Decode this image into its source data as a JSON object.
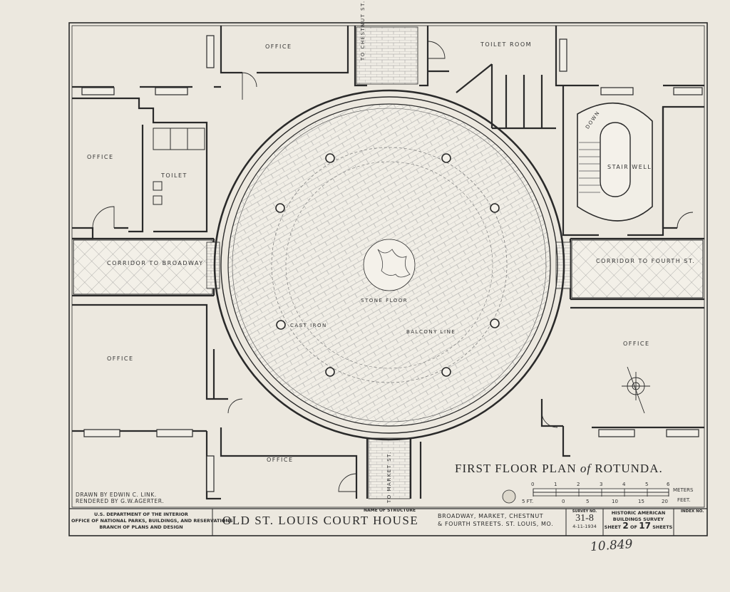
{
  "plan": {
    "title_main": "FIRST FLOOR PLAN",
    "title_of": "of",
    "title_subject": "ROTUNDA.",
    "rooms": {
      "office_top": "OFFICE",
      "toilet_room": "TOILET ROOM",
      "to_chestnut": "TO CHESTNUT ST.",
      "office_left_upper": "OFFICE",
      "toilet": "TOILET",
      "stair_well": "STAIR WELL",
      "down": "DOWN",
      "corridor_broadway": "CORRIDOR TO BROADWAY",
      "corridor_fourth": "CORRIDOR TO FOURTH ST.",
      "stone_floor": "STONE FLOOR",
      "cast_iron": "CAST IRON",
      "balcony_line": "BALCONY LINE",
      "office_left_lower": "OFFICE",
      "office_right": "OFFICE",
      "office_bottom": "OFFICE",
      "to_market": "TO MARKET ST."
    },
    "credits": {
      "drawn_by": "DRAWN BY EDWIN C. LINK.",
      "rendered_by": "RENDERED BY G.W.AGERTER."
    },
    "scale": {
      "meters_label": "METERS",
      "feet_label": "FEET.",
      "meter_ticks": [
        "0",
        "1",
        "2",
        "3",
        "4",
        "5",
        "6"
      ],
      "feet_ticks": [
        "5 FT.",
        "0",
        "5",
        "10",
        "15",
        "20"
      ]
    }
  },
  "title_block": {
    "agency_line1": "U.S. DEPARTMENT OF THE INTERIOR",
    "agency_line2": "OFFICE OF NATIONAL PARKS, BUILDINGS, AND RESERVATIONS",
    "agency_line3": "BRANCH OF PLANS AND DESIGN",
    "name_label": "NAME OF STRUCTURE",
    "structure_name": "OLD ST. LOUIS COURT HOUSE",
    "address_line1": "BROADWAY, MARKET, CHESTNUT",
    "address_line2": "& FOURTH STREETS. ST. LOUIS, MO.",
    "survey_label": "SURVEY NO.",
    "survey_no": "31-8",
    "date": "4-11-1934",
    "habs_line1": "HISTORIC AMERICAN",
    "habs_line2": "BUILDINGS SURVEY",
    "sheet_prefix": "SHEET",
    "sheet_no": "2",
    "sheet_of": "OF",
    "sheet_total": "17",
    "sheets_suffix": "SHEETS",
    "index_label": "INDEX NO."
  },
  "annotation": {
    "handwritten": "10.849"
  },
  "colors": {
    "paper": "#ece8df",
    "ink": "#2a2a2a",
    "hatch": "#8a8a8a"
  }
}
